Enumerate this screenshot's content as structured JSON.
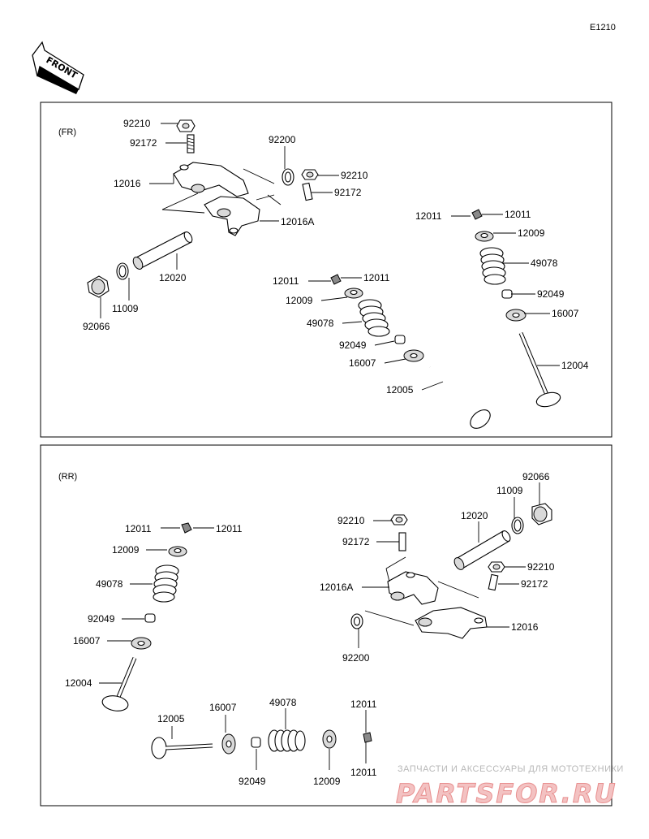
{
  "diagram_code": "E1210",
  "front_arrow_text": "FRONT",
  "sections": {
    "fr": {
      "title": "(FR)"
    },
    "rr": {
      "title": "(RR)"
    }
  },
  "labels": {
    "fr": {
      "p92210a": "92210",
      "p92172a": "92172",
      "p12016": "12016",
      "p92200": "92200",
      "p92210b": "92210",
      "p92172b": "92172",
      "p12016A": "12016A",
      "p12020": "12020",
      "p11009": "11009",
      "p92066": "92066",
      "p12011c": "12011",
      "p12011d": "12011",
      "p12009a": "12009",
      "p49078a": "49078",
      "p92049a": "92049",
      "p16007a": "16007",
      "p12005": "12005",
      "p12011a": "12011",
      "p12011b": "12011",
      "p12009b": "12009",
      "p49078b": "49078",
      "p92049b": "92049",
      "p16007b": "16007",
      "p12004": "12004"
    },
    "rr": {
      "p12011a": "12011",
      "p12011b": "12011",
      "p12009": "12009",
      "p49078": "49078",
      "p92049": "92049",
      "p16007": "16007",
      "p12004": "12004",
      "p12005": "12005",
      "p16007b": "16007",
      "p92049b": "92049",
      "p49078b": "49078",
      "p12009b": "12009",
      "p12011c": "12011",
      "p12011d": "12011",
      "p92066": "92066",
      "p11009": "11009",
      "p12020": "12020",
      "p92210a": "92210",
      "p92172a": "92172",
      "p92210b": "92210",
      "p92172b": "92172",
      "p12016A": "12016A",
      "p92200": "92200",
      "p12016": "12016"
    }
  },
  "watermark": {
    "tagline": "ЗАПЧАСТИ И АКСЕССУАРЫ ДЛЯ МОТОТЕХНИКИ",
    "brand": "PARTSFOR.RU"
  }
}
